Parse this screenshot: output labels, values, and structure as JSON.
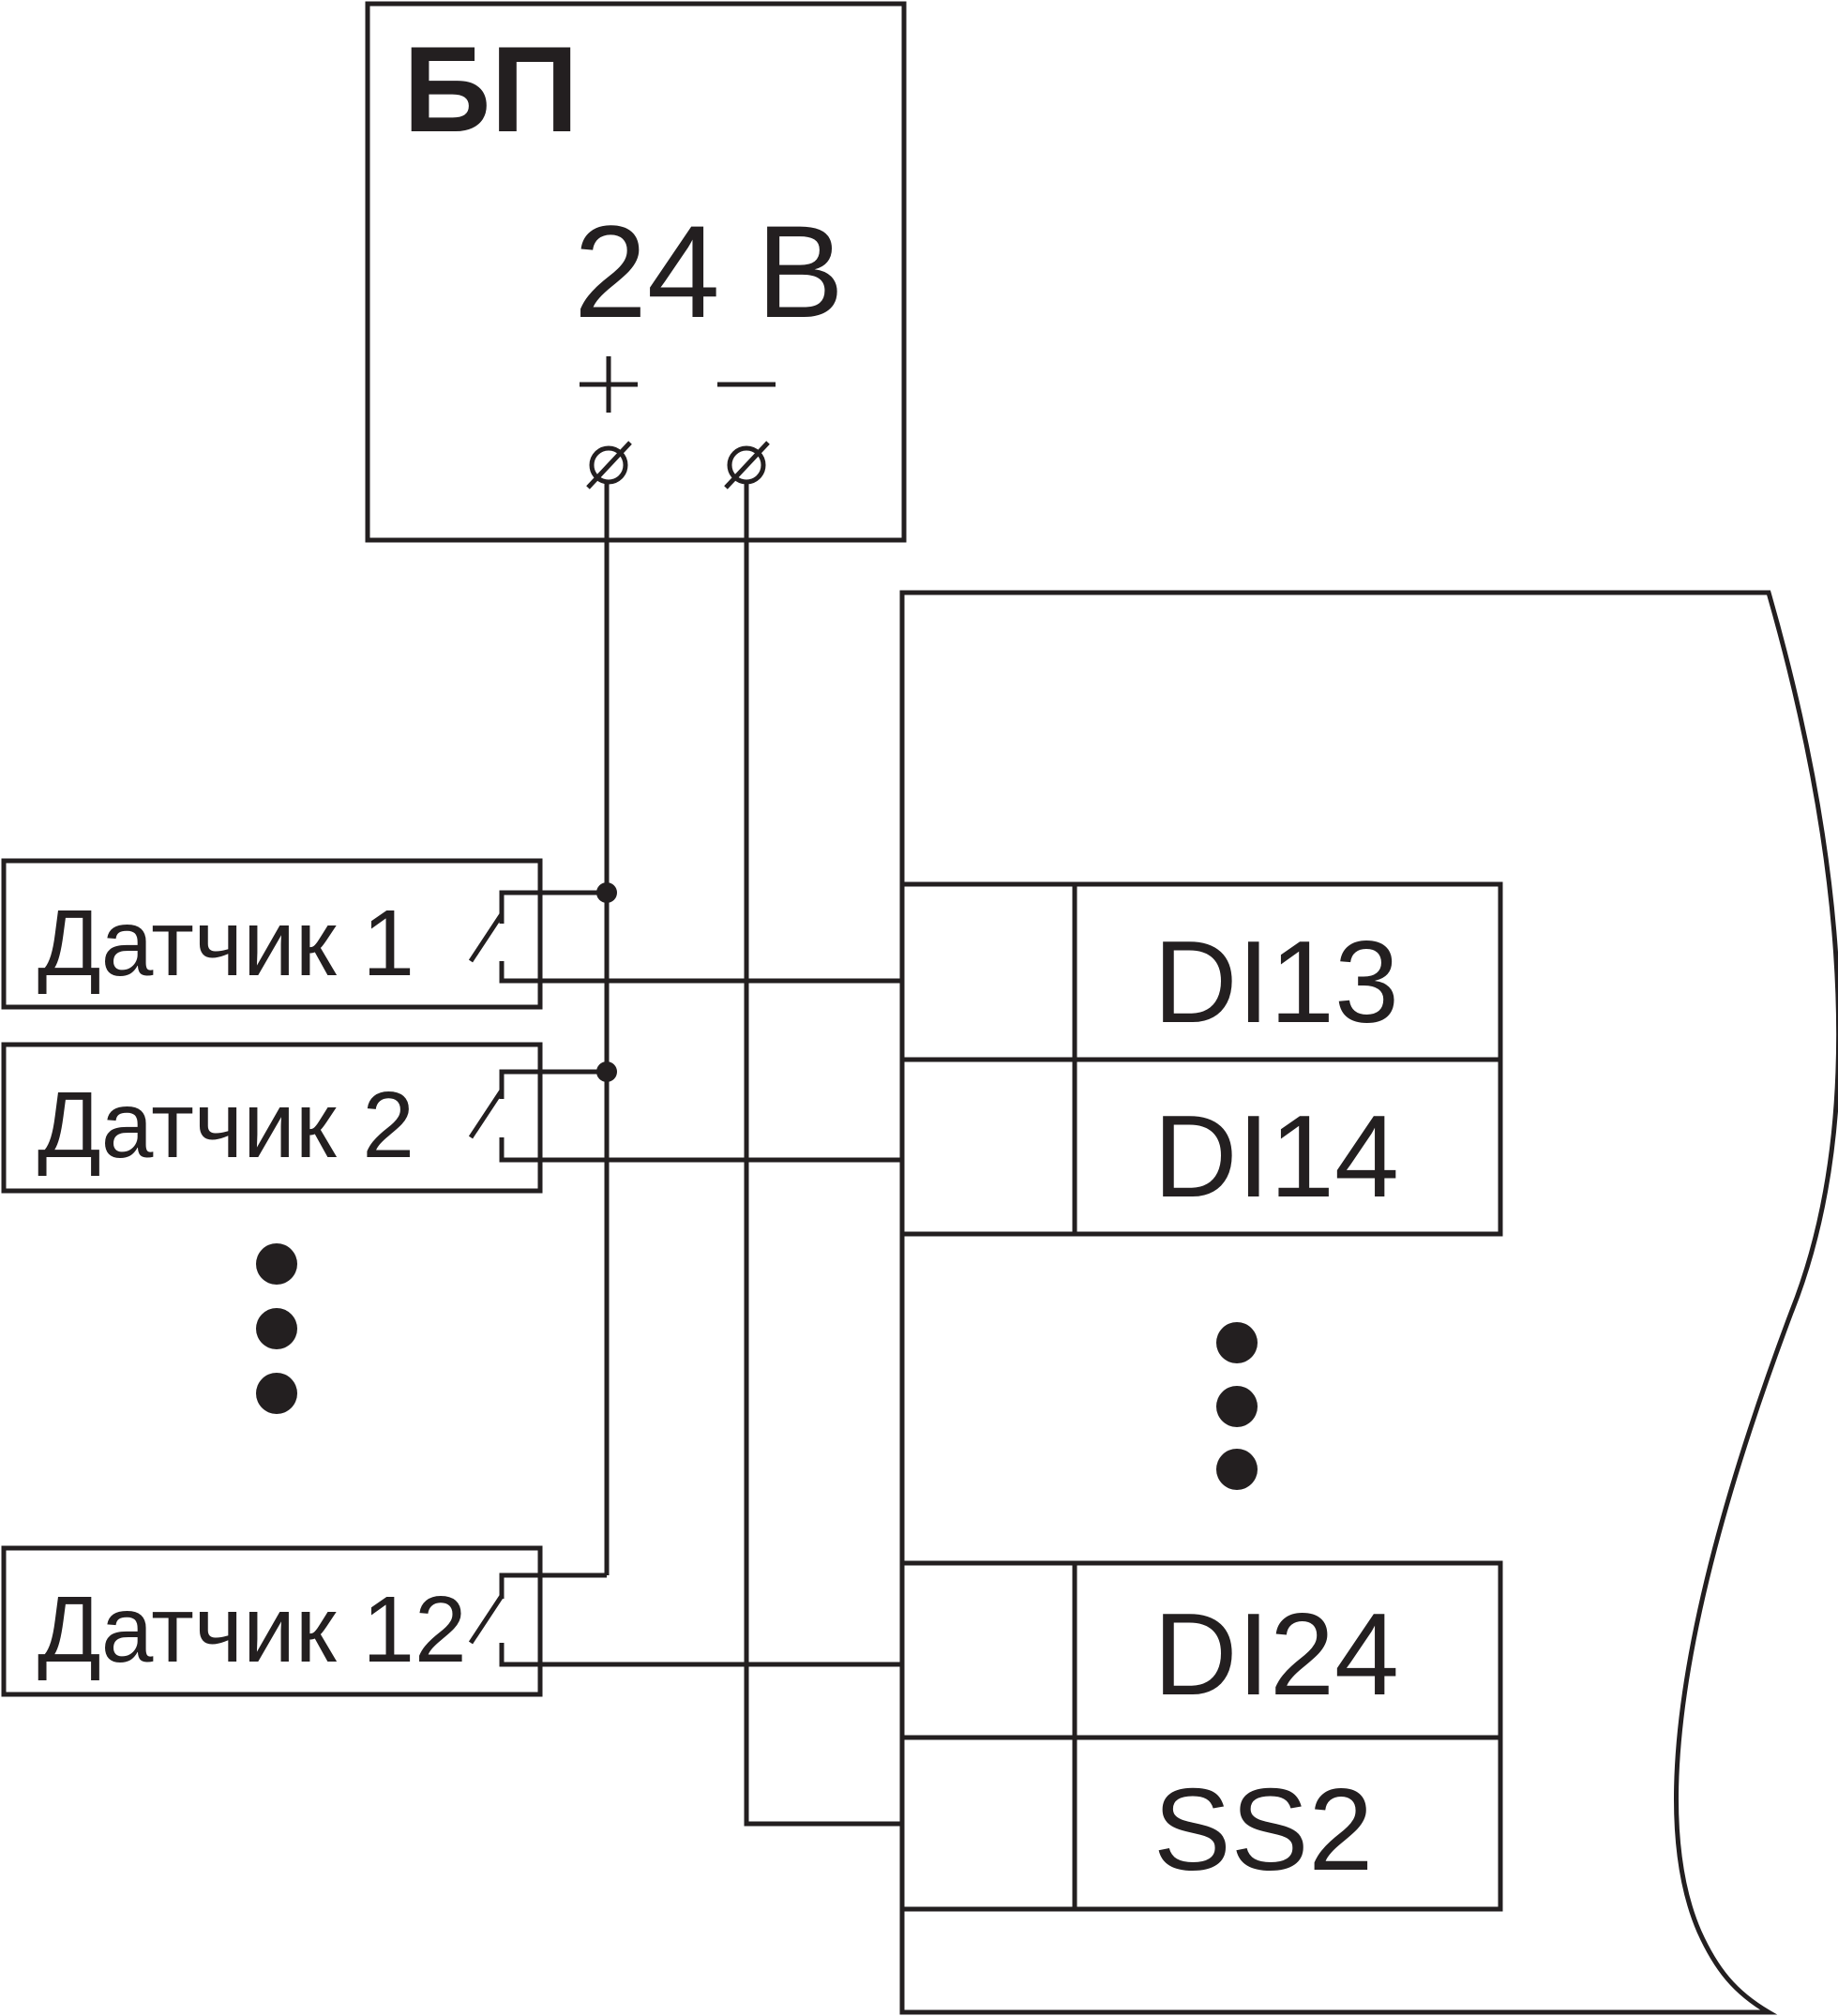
{
  "power_supply": {
    "title": "БП",
    "voltage": "24 В",
    "plus": "+",
    "minus": "−"
  },
  "sensors": [
    {
      "label": "Датчик 1"
    },
    {
      "label": "Датчик 2"
    },
    {
      "label": "Датчик 12"
    }
  ],
  "terminals": [
    {
      "label": "DI13"
    },
    {
      "label": "DI14"
    },
    {
      "label": "DI24"
    },
    {
      "label": "SS2"
    }
  ],
  "colors": {
    "stroke": "#231f20",
    "background": "#ffffff"
  }
}
